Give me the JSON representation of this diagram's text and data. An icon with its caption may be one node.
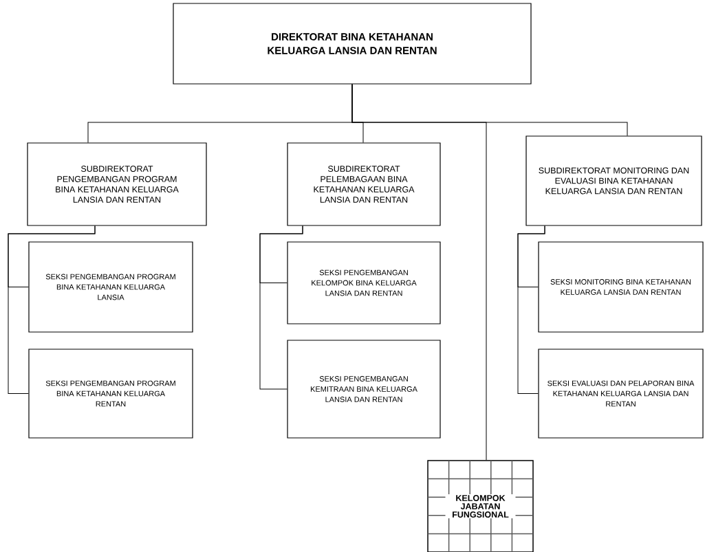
{
  "diagram": {
    "nodes": [
      {
        "text": [
          "DIREKTORAT BINA KETAHANAN KELUARGA LANSIA DAN RENTAN"
        ]
      },
      {
        "text": [
          "SUBDIREKTORAT PENGEMBANGAN PROGRAM BINA KETAHANAN KELUARGA LANSIA DAN RENTAN"
        ]
      },
      {
        "text": [
          "SUBDIREKTORAT PELEMBAGAAN BINA KETAHANAN KELUARGA LANSIA DAN RENTAN"
        ]
      },
      {
        "text": [
          "SUBDIREKTORAT MONITORING DAN EVALUASI BINA KETAHANAN KELUARGA LANSIA DAN RENTAN"
        ]
      },
      {
        "text": [
          "SEKSI PENGEMBANGAN PROGRAM BINA KETAHANAN KELUARGA LANSIA"
        ]
      },
      {
        "text": [
          "SEKSI PENGEMBANGAN PROGRAM BINA KETAHANAN KELUARGA RENTAN"
        ]
      },
      {
        "text": [
          "SEKSI PENGEMBANGAN KELOMPOK BINA KELUARGA LANSIA DAN RENTAN"
        ]
      },
      {
        "text": [
          "SEKSI PENGEMBANGAN KEMITRAAN BINA KELUARGA LANSIA DAN RENTAN"
        ]
      },
      {
        "text": [
          "SEKSI MONITORING BINA KETAHANAN KELUARGA LANSIA DAN RENTAN"
        ]
      },
      {
        "text": [
          "SEKSI EVALUASI DAN PELAPORAN BINA KETAHANAN KELUARGA LANSIA DAN RENTAN"
        ]
      },
      {
        "text": [
          "KELOMPOK JABATAN FUNGSIONAL"
        ]
      }
    ],
    "edges": [
      {
        "from": 0,
        "to": 1,
        "arrow": "none"
      },
      {
        "from": 0,
        "to": 2,
        "arrow": "none"
      },
      {
        "from": 0,
        "to": 3,
        "arrow": "none"
      },
      {
        "from": 0,
        "to": 10,
        "arrow": "none"
      },
      {
        "from": 1,
        "to": 4,
        "arrow": "none"
      },
      {
        "from": 1,
        "to": 5,
        "arrow": "none"
      },
      {
        "from": 2,
        "to": 6,
        "arrow": "none"
      },
      {
        "from": 2,
        "to": 7,
        "arrow": "none"
      },
      {
        "from": 3,
        "to": 8,
        "arrow": "none"
      },
      {
        "from": 3,
        "to": 9,
        "arrow": "none"
      }
    ]
  }
}
